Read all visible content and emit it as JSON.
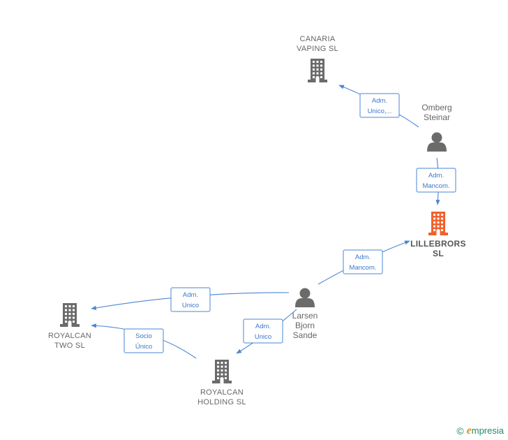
{
  "colors": {
    "company": "#6b6b6b",
    "company_main": "#f0622d",
    "person": "#6b6b6b",
    "edge": "#4a86d4"
  },
  "nodes": [
    {
      "id": "canaria",
      "type": "company",
      "label": [
        "CANARIA",
        "VAPING  SL"
      ]
    },
    {
      "id": "omberg",
      "type": "person",
      "label": [
        "Omberg",
        "Steinar"
      ]
    },
    {
      "id": "lillebrors",
      "type": "company_main",
      "label": [
        "LILLEBRORS",
        "SL"
      ]
    },
    {
      "id": "larsen",
      "type": "person",
      "label": [
        "Larsen",
        "Bjorn",
        "Sande"
      ]
    },
    {
      "id": "royalcan_two",
      "type": "company",
      "label": [
        "ROYALCAN",
        "TWO  SL"
      ]
    },
    {
      "id": "royalcan_holding",
      "type": "company",
      "label": [
        "ROYALCAN",
        "HOLDING  SL"
      ]
    }
  ],
  "edges": [
    {
      "from": "omberg",
      "to": "canaria",
      "label": [
        "Adm.",
        "Unico,..."
      ]
    },
    {
      "from": "omberg",
      "to": "lillebrors",
      "label": [
        "Adm.",
        "Mancom."
      ]
    },
    {
      "from": "larsen",
      "to": "lillebrors",
      "label": [
        "Adm.",
        "Mancom."
      ]
    },
    {
      "from": "larsen",
      "to": "royalcan_two",
      "label": [
        "Adm.",
        "Unico"
      ]
    },
    {
      "from": "larsen",
      "to": "royalcan_holding",
      "label": [
        "Adm.",
        "Unico"
      ]
    },
    {
      "from": "royalcan_holding",
      "to": "royalcan_two",
      "label": [
        "Socio",
        "Único"
      ]
    }
  ],
  "brand": {
    "copyright": "©",
    "initial": "e",
    "name": "mpresia"
  }
}
